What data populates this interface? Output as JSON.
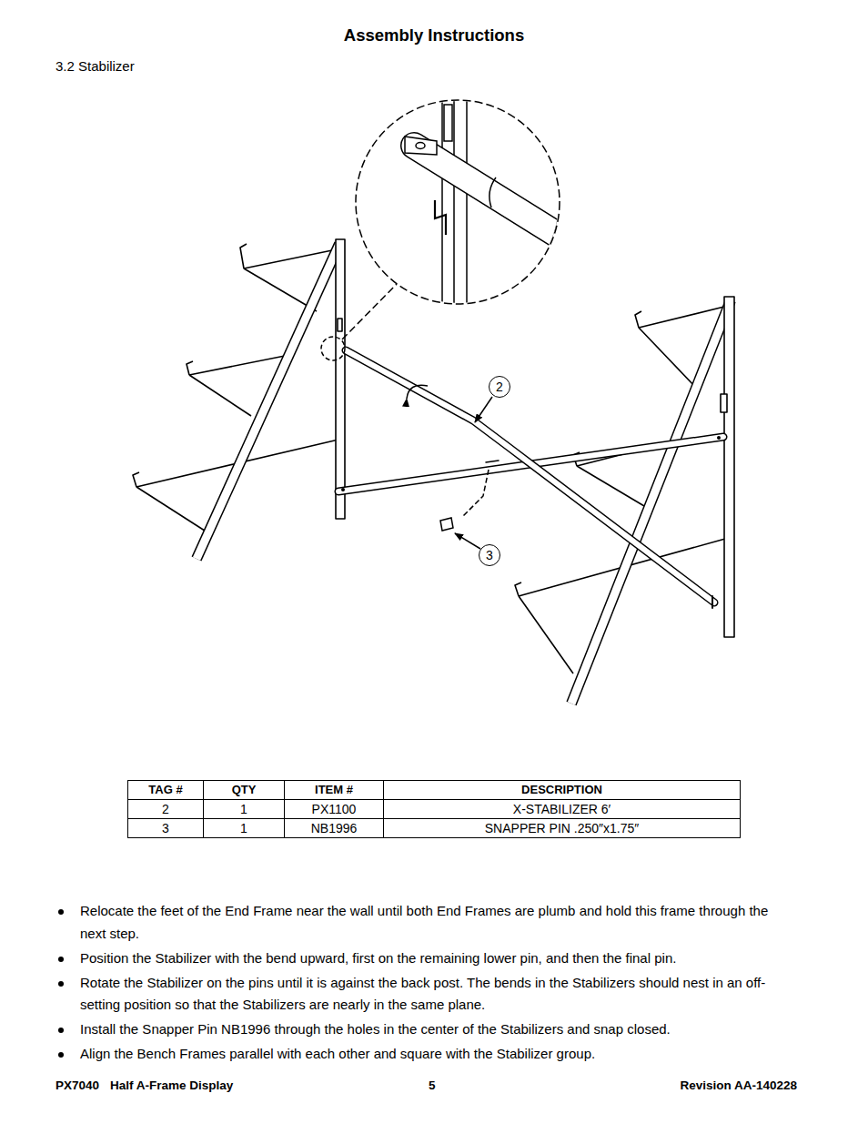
{
  "diagram": {
    "title": "Assembly Instructions",
    "nodes": [
      {
        "text": [
          "2"
        ]
      },
      {
        "text": [
          "3"
        ]
      }
    ],
    "labels": [
      "3.2 Stabilizer",
      "TAG #",
      "QTY",
      "ITEM #",
      "DESCRIPTION",
      "2",
      "1",
      "PX1100",
      "X-STABILIZER 6′",
      "3",
      "1",
      "NB1996",
      "SNAPPER PIN .250″x1.75″",
      "Relocate the feet of the End Frame near the wall until both End Frames are plumb and hold this frame through the next step.",
      "Position the Stabilizer with the bend upward, first on the remaining lower pin, and then the final pin.",
      "Rotate the Stabilizer on the pins until it is against the back post. The bends in the Stabilizers should nest in an off-setting position so that the Stabilizers are nearly in the same plane.",
      "Install the Snapper Pin NB1996 through the holes in the center of the Stabilizers and snap closed.",
      "Align the Bench Frames parallel with each other and square with the Stabilizer group.",
      "PX7040",
      "Half A-Frame Display",
      "5",
      "Revision AA-140228"
    ]
  }
}
